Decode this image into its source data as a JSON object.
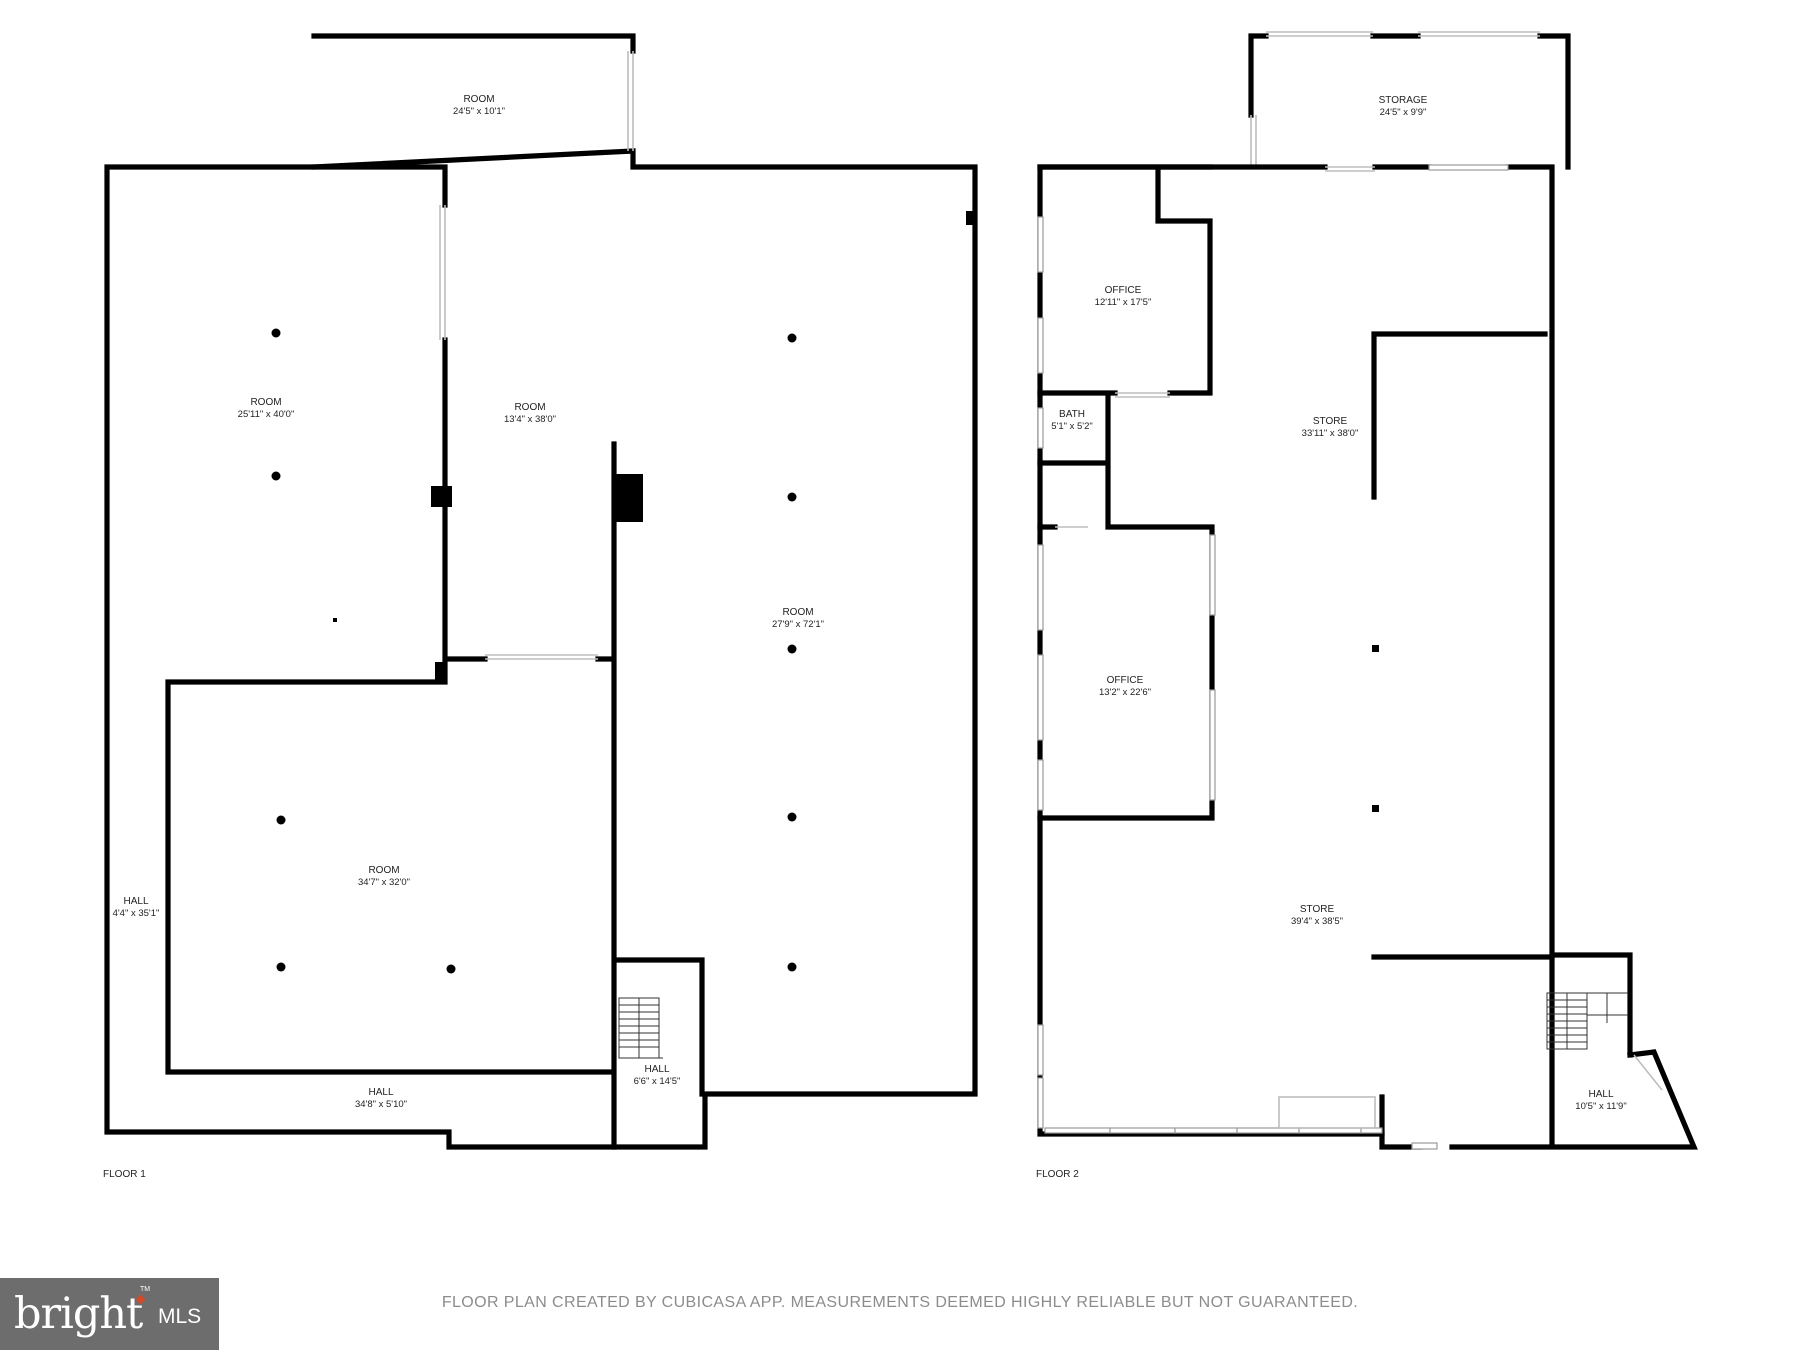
{
  "floors": [
    {
      "label": "FLOOR 1",
      "rooms": [
        {
          "name": "ROOM",
          "dims": "24'5\" x 10'1\""
        },
        {
          "name": "ROOM",
          "dims": "25'11\" x 40'0\""
        },
        {
          "name": "ROOM",
          "dims": "13'4\" x 38'0\""
        },
        {
          "name": "ROOM",
          "dims": "27'9\" x 72'1\""
        },
        {
          "name": "ROOM",
          "dims": "34'7\" x 32'0\""
        },
        {
          "name": "HALL",
          "dims": "4'4\" x 35'1\""
        },
        {
          "name": "HALL",
          "dims": "34'8\" x 5'10\""
        },
        {
          "name": "HALL",
          "dims": "6'6\" x 14'5\""
        }
      ]
    },
    {
      "label": "FLOOR 2",
      "rooms": [
        {
          "name": "STORAGE",
          "dims": "24'5\" x 9'9\""
        },
        {
          "name": "OFFICE",
          "dims": "12'11\" x 17'5\""
        },
        {
          "name": "BATH",
          "dims": "5'1\" x 5'2\""
        },
        {
          "name": "STORE",
          "dims": "33'11\" x 38'0\""
        },
        {
          "name": "OFFICE",
          "dims": "13'2\" x 22'6\""
        },
        {
          "name": "STORE",
          "dims": "39'4\" x 38'5\""
        },
        {
          "name": "HALL",
          "dims": "10'5\" x 11'9\""
        }
      ]
    }
  ],
  "footer": {
    "disclaimer": "FLOOR PLAN CREATED BY CUBICASA APP. MEASUREMENTS DEEMED HIGHLY RELIABLE BUT NOT GUARANTEED.",
    "logo_word": "bright",
    "logo_suffix": "MLS",
    "logo_tm": "TM"
  }
}
